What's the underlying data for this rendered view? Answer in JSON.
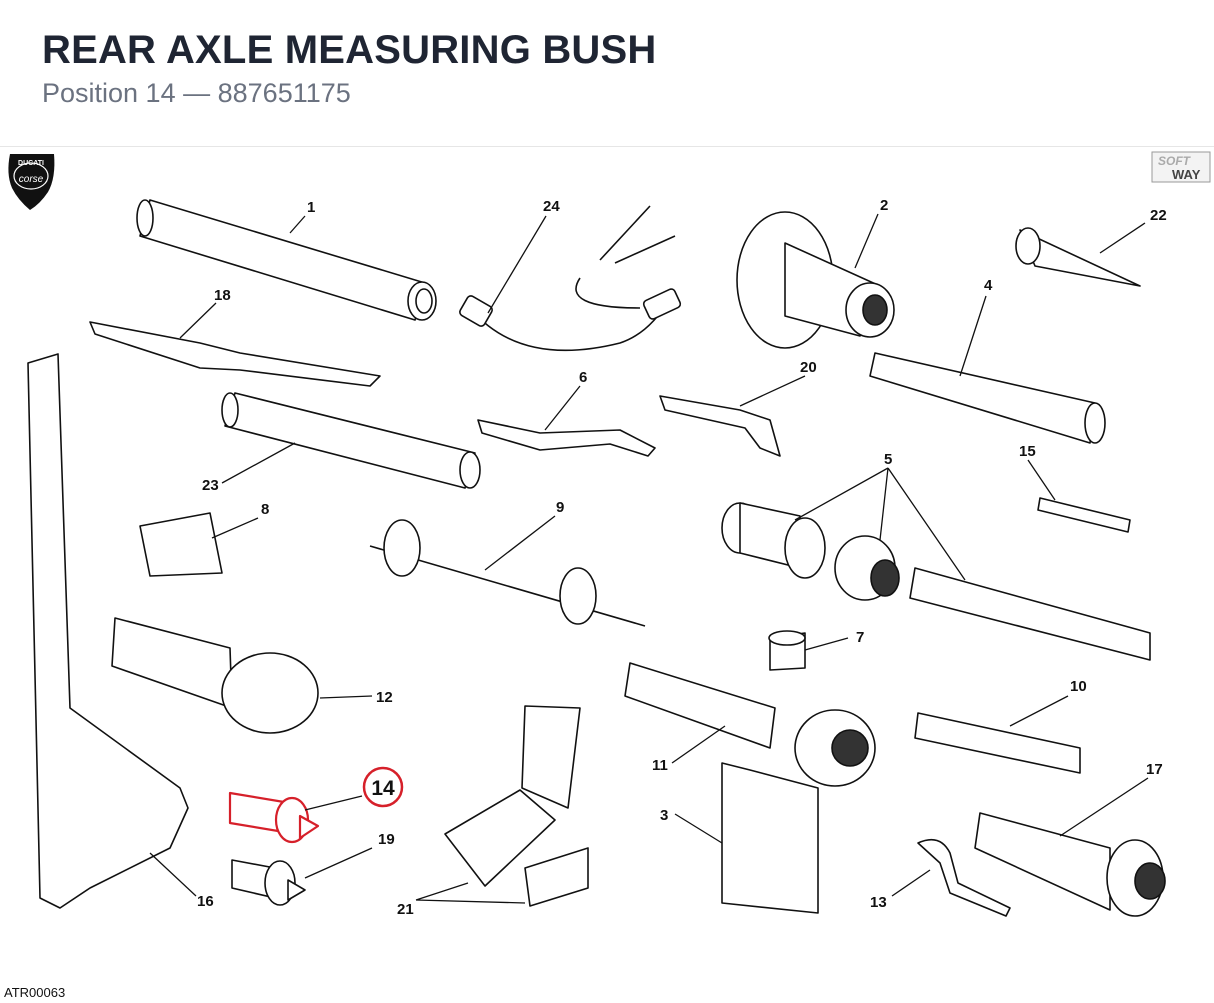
{
  "header": {
    "title": "REAR AXLE MEASURING BUSH",
    "position_label": "Position 14",
    "separator": "—",
    "part_number": "887651175"
  },
  "logos": {
    "left": {
      "icon": "ducati-corse-shield-logo",
      "text": "DUCATI corse"
    },
    "right": {
      "icon": "softway-logo",
      "text": "SOFT WAY"
    }
  },
  "diagram": {
    "highlighted_position": "14",
    "highlight_color": "#d6202a",
    "callouts": [
      "1",
      "2",
      "3",
      "4",
      "5",
      "6",
      "7",
      "8",
      "9",
      "10",
      "11",
      "12",
      "13",
      "14",
      "15",
      "16",
      "17",
      "18",
      "19",
      "20",
      "21",
      "22",
      "23",
      "24"
    ]
  },
  "footer": {
    "drawing_code": "ATR00063"
  }
}
